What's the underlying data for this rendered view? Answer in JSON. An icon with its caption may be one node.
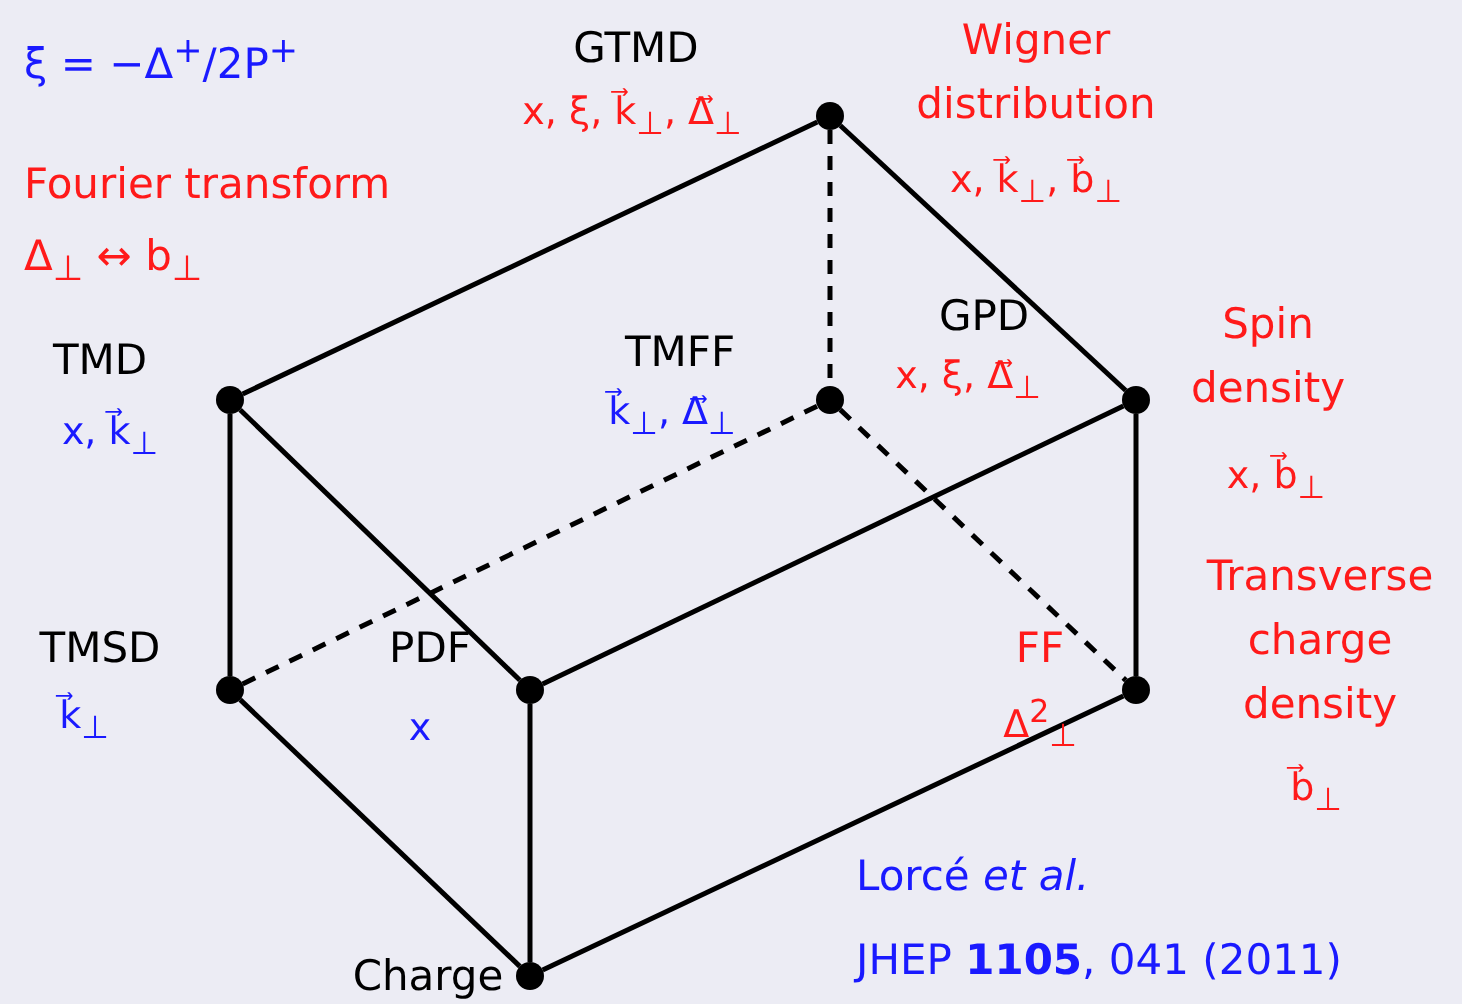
{
  "diagram": {
    "nodes": [
      {
        "text": [
          "GTMD",
          "x, ξ, k⃗$_{⊥}$, Δ⃗$_{⊥}$",
          "Wigner distribution",
          "x, k⃗$_{⊥}$, b⃗$_{⊥}$"
        ]
      },
      {
        "text": [
          "TMD",
          "x, k⃗$_{⊥}$"
        ]
      },
      {
        "text": [
          "TMFF",
          "k⃗$_{⊥}$, Δ⃗$_{⊥}$"
        ]
      },
      {
        "text": [
          "GPD",
          "x, ξ, Δ⃗$_{⊥}$",
          "Spin density",
          "x, b⃗$_{⊥}$"
        ]
      },
      {
        "text": [
          "TMSD",
          "k⃗$_{⊥}$"
        ]
      },
      {
        "text": [
          "PDF",
          "x"
        ]
      },
      {
        "text": [
          "FF",
          "Δ$^{2}$$_{⊥}$",
          "Transverse charge density",
          "b⃗$_{⊥}$"
        ]
      },
      {
        "text": [
          "Charge"
        ]
      }
    ],
    "edges": [
      {
        "from": 1,
        "to": 0,
        "arrow": "none"
      },
      {
        "from": 0,
        "to": 3,
        "arrow": "none"
      },
      {
        "from": 3,
        "to": 5,
        "arrow": "none"
      },
      {
        "from": 5,
        "to": 1,
        "arrow": "none"
      },
      {
        "from": 1,
        "to": 4,
        "arrow": "none"
      },
      {
        "from": 5,
        "to": 7,
        "arrow": "none"
      },
      {
        "from": 4,
        "to": 7,
        "arrow": "none"
      },
      {
        "from": 7,
        "to": 6,
        "arrow": "none"
      },
      {
        "from": 6,
        "to": 3,
        "arrow": "none"
      },
      {
        "from": 4,
        "to": 2,
        "arrow": "none",
        "style": "dashed"
      },
      {
        "from": 0,
        "to": 2,
        "arrow": "none",
        "style": "dashed"
      },
      {
        "from": 2,
        "to": 6,
        "arrow": "none",
        "style": "dashed"
      }
    ],
    "labels": [
      "ξ = −Δ$^{+}$/2P$^{+}$",
      "Fourier transform",
      "Δ$_{⊥}$ ↔ b$_{⊥}$",
      "Lorcé *et al.*",
      "JHEP **1105**, 041 (2011)"
    ]
  }
}
